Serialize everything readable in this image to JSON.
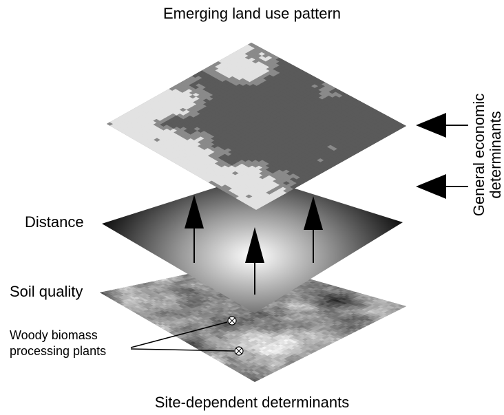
{
  "title": "Emerging land use pattern",
  "bottom_caption": "Site-dependent determinants",
  "layers": {
    "land_use": {
      "colors": [
        "#e2e2e2",
        "#8a8a8a",
        "#5a5a5a"
      ]
    },
    "distance": {
      "center_color": "#ffffff",
      "edge_color": "#111111"
    },
    "soil_quality": {
      "low_color": "#1c1c1c",
      "high_color": "#f4f4f4"
    }
  },
  "labels": {
    "distance": "Distance",
    "soil_quality": "Soil quality",
    "woody_line1": "Woody biomass",
    "woody_line2": "processing plants",
    "general_economic_line1": "General economic",
    "general_economic_line2": "determinants"
  },
  "markers": {
    "plant_symbol": "⊗",
    "count": 2
  }
}
